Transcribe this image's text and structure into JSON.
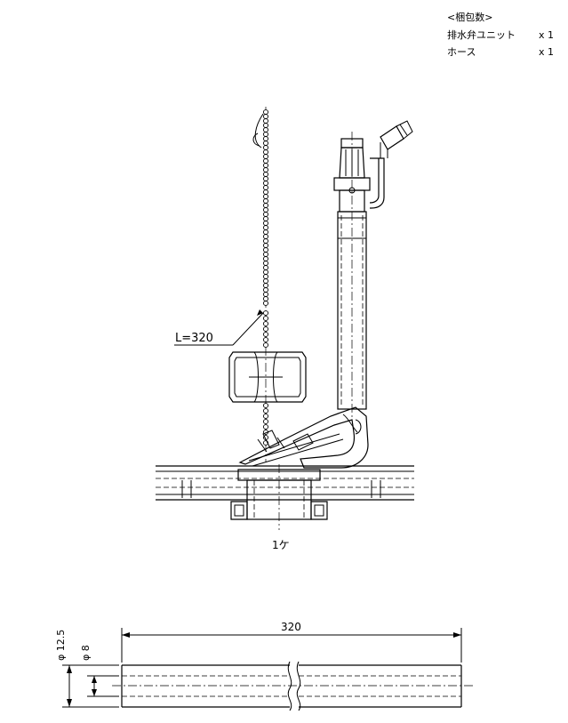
{
  "contents": {
    "heading": "<梱包数>",
    "items": [
      {
        "name": "排水弁ユニット",
        "qty": "x 1"
      },
      {
        "name": "ホース",
        "qty": "x 1"
      }
    ]
  },
  "drawing": {
    "chain_length_label": "L=320",
    "unit_quantity": "1ケ"
  },
  "hose": {
    "length": "320",
    "outer_diameter": "φ 12.5",
    "inner_diameter": "φ 8"
  }
}
